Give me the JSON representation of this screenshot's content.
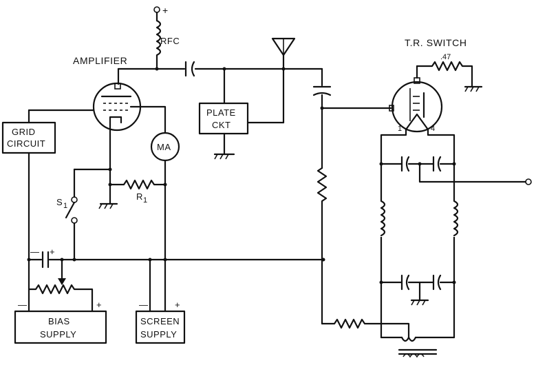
{
  "labels": {
    "supply_plus": "+",
    "rfc": "RFC",
    "amplifier": "AMPLIFIER",
    "tr_switch": "T.R. SWITCH",
    "resistor_47": ".47",
    "grid_circuit_line1": "GRID",
    "grid_circuit_line2": "CIRCUIT",
    "plate_ckt_line1": "PLATE",
    "plate_ckt_line2": "CKT",
    "ma": "MA",
    "switch_s1": "S",
    "switch_s1_sub": "1",
    "resistor_r1": "R",
    "resistor_r1_sub": "1",
    "pin_1": "1",
    "pin_4": "4",
    "cap_minus": "—",
    "cap_plus": "+",
    "bias_minus": "—",
    "bias_plus": "+",
    "bias_line1": "BIAS",
    "bias_line2": "SUPPLY",
    "screen_minus": "—",
    "screen_plus": "+",
    "screen_line1": "SCREEN",
    "screen_line2": "SUPPLY"
  },
  "colors": {
    "ink": "#111111",
    "paper": "#ffffff"
  }
}
